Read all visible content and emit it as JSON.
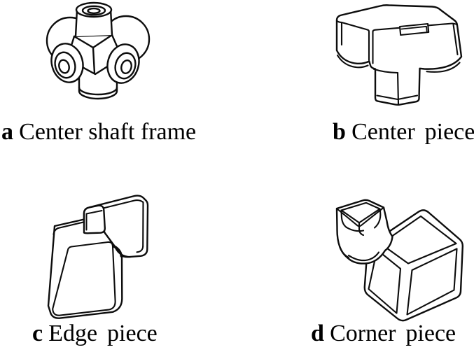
{
  "figure": {
    "background_color": "#ffffff",
    "line_color": "#0d0d0d",
    "panels": [
      {
        "prefix": "a",
        "caption": "Center shaft frame",
        "part": "center-shaft-frame"
      },
      {
        "prefix": "b",
        "caption": "Center piece",
        "part": "center-piece"
      },
      {
        "prefix": "c",
        "caption": "Edge piece",
        "part": "edge-piece"
      },
      {
        "prefix": "d",
        "caption": "Corner piece",
        "part": "corner-piece"
      }
    ]
  }
}
